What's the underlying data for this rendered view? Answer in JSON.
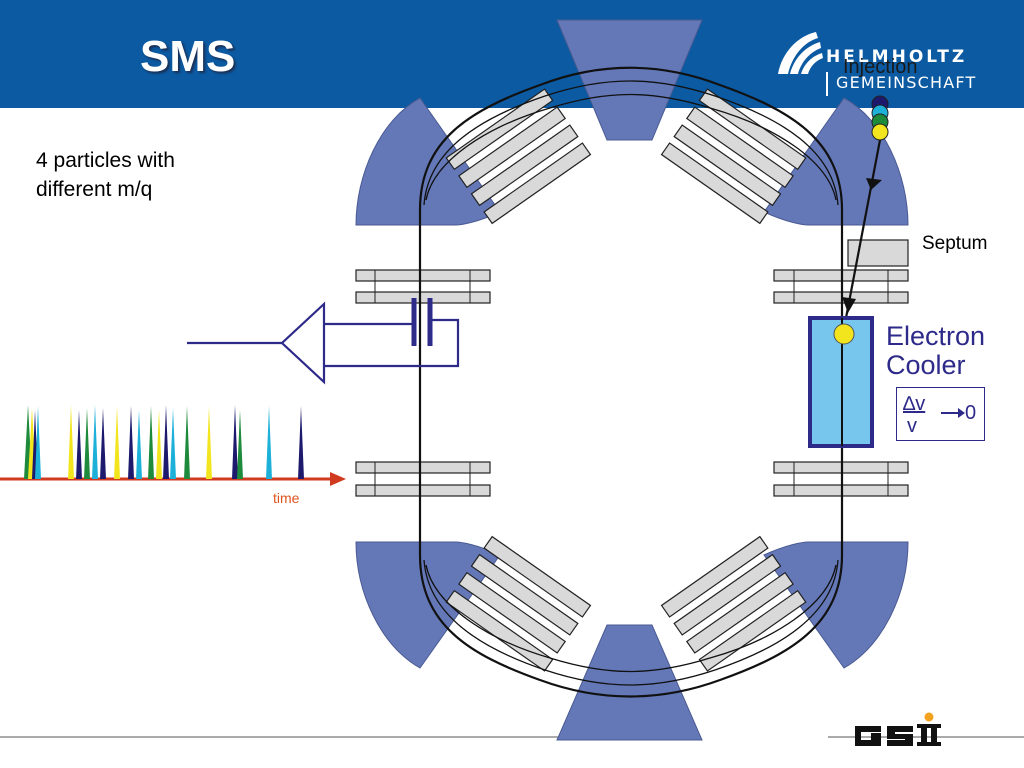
{
  "slide": {
    "title": "SMS"
  },
  "logos": {
    "helmholtz_line1": "HELMHOLTZ",
    "helmholtz_line2": "GEMEINSCHAFT",
    "helmholtz_mark": "helmholtz-wave-icon",
    "gsi_mark": "gsi-logo-icon"
  },
  "annotations": {
    "particles_note": "4 particles with\ndifferent m/q",
    "injection": "Injection",
    "septum": "Septum",
    "electron_cooler": "Electron\nCooler",
    "formula_numerator": "∆v",
    "formula_denominator": "v",
    "formula_result": "0",
    "time_axis": "time"
  },
  "colors": {
    "header": "#0b5aa2",
    "dipole": "#6478b8",
    "quadrupole_fill": "#d9d9d9",
    "cooler": "#76c6ee",
    "cooler_border": "#2d2a8a",
    "time_axis": "#d03a1f",
    "particles": [
      "#1d1a6e",
      "#1db0d8",
      "#1e8a3c",
      "#f2e51e"
    ]
  }
}
